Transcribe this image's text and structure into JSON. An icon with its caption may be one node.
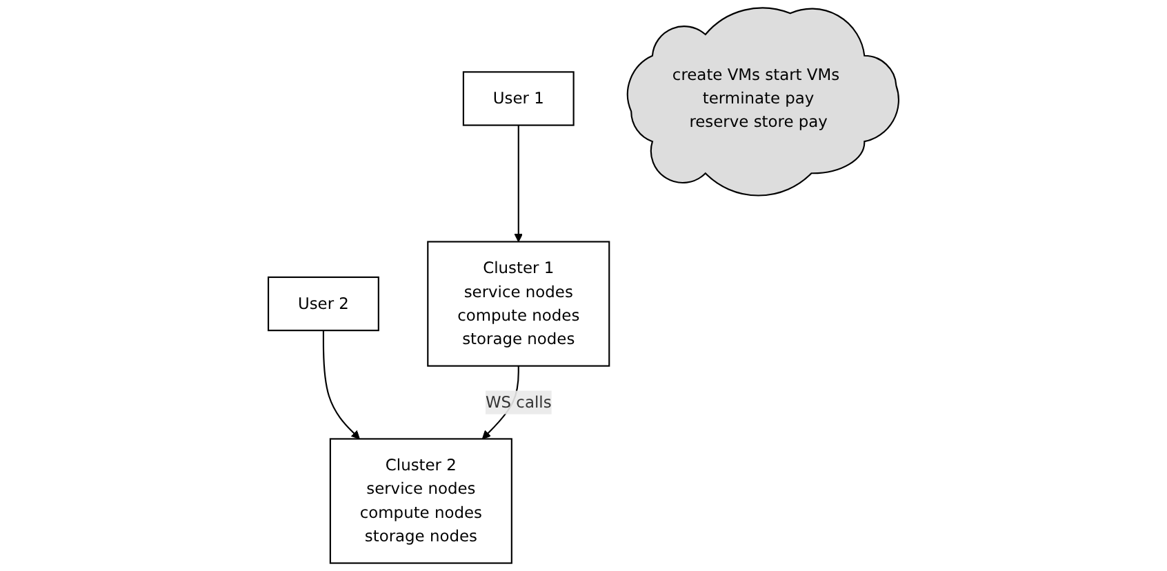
{
  "diagram": {
    "nodes": [
      {
        "text": [
          "User 1"
        ]
      },
      {
        "text": [
          "User 2"
        ]
      },
      {
        "text": [
          "create VMs start VMs terminate pay",
          "reserve store pay"
        ]
      },
      {
        "text": [
          "Cluster 1",
          "service nodes",
          "compute nodes",
          "storage nodes"
        ]
      },
      {
        "text": [
          "Cluster 2",
          "service nodes",
          "compute nodes",
          "storage nodes"
        ]
      }
    ],
    "edges": [
      {
        "from": 0,
        "to": 3,
        "arrow": "to"
      },
      {
        "from": 1,
        "to": 4,
        "arrow": "to"
      },
      {
        "from": 3,
        "to": 4,
        "arrow": "to",
        "label": "WS calls"
      }
    ]
  }
}
